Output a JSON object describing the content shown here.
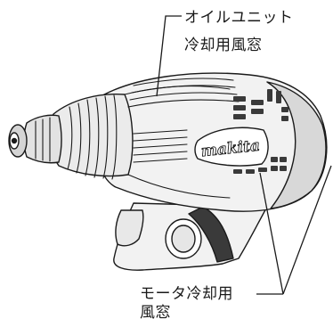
{
  "labels": {
    "oil_unit_line1": "オイルユニット",
    "oil_unit_line2": "冷却用風窓",
    "motor_line1": "モータ冷却用",
    "motor_line2": "風窓"
  },
  "brand": "makita",
  "colors": {
    "stroke": "#1a1a1a",
    "body_fill": "#f2f2f2",
    "shade_fill": "#cfcfcf",
    "dark_fill": "#3a3a3a"
  }
}
